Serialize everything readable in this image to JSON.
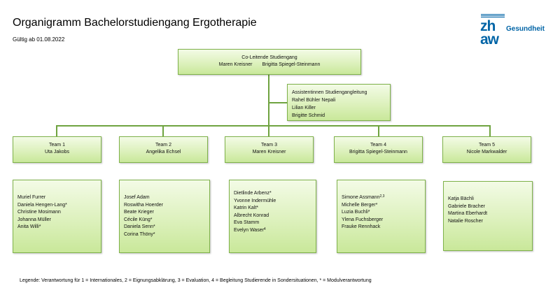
{
  "header": {
    "title": "Organigramm Bachelorstudiengang Ergotherapie",
    "subtitle": "Gültig ab 01.08.2022"
  },
  "logo": {
    "line1": "zh",
    "line2": "aw",
    "text": "Gesundheit",
    "color": "#0064a6"
  },
  "colors": {
    "box_fill": "#d9efb6",
    "box_border": "#7fb24a",
    "connector": "#6fa340"
  },
  "leadership": {
    "title": "Co-Leitende Studiengang",
    "names": [
      "Maren Kreisner",
      "Brigitta Spiegel-Steinmann"
    ]
  },
  "assistants": {
    "title": "Assistentinnen Studiengangleitung",
    "names": [
      "Rahel Bühler Nepali",
      "Lilian Killer",
      "Brigitte Schmid"
    ]
  },
  "teams": [
    {
      "name": "Team 1",
      "lead": "Uta Jakobs",
      "members": [
        {
          "name": "Muriel Furrer",
          "sup": ""
        },
        {
          "name": "Daniela Hengen-Lang*",
          "sup": ""
        },
        {
          "name": "Christine Mosimann",
          "sup": ""
        },
        {
          "name": "Johanna Müller",
          "sup": ""
        },
        {
          "name": "Anita Willi*",
          "sup": ""
        }
      ]
    },
    {
      "name": "Team 2",
      "lead": "Angelika Echsel",
      "members": [
        {
          "name": "Josef Adam",
          "sup": ""
        },
        {
          "name": "Roswitha Hoerder",
          "sup": ""
        },
        {
          "name": "Beate Krieger",
          "sup": ""
        },
        {
          "name": "Cécile Küng*",
          "sup": ""
        },
        {
          "name": "Daniela Senn*",
          "sup": ""
        },
        {
          "name": "Corina Thöny*",
          "sup": ""
        }
      ]
    },
    {
      "name": "Team 3",
      "lead": "Maren Kreisner",
      "members": [
        {
          "name": "Dietlinde Arbenz*",
          "sup": ""
        },
        {
          "name": "Yvonne Indermühle",
          "sup": ""
        },
        {
          "name": "Katrin Kalt*",
          "sup": ""
        },
        {
          "name": "Albrecht Konrad",
          "sup": ""
        },
        {
          "name": "Eva Stamm",
          "sup": ""
        },
        {
          "name": "Evelyn Waser",
          "sup": "4"
        }
      ]
    },
    {
      "name": "Team 4",
      "lead": "Brigitta Spiegel-Steinmann",
      "members": [
        {
          "name": "Simone Assmann",
          "sup": "2,3"
        },
        {
          "name": "Michelle Berger*",
          "sup": ""
        },
        {
          "name": "Luzia Buchli*",
          "sup": ""
        },
        {
          "name": "Ylena Fuchsberger",
          "sup": ""
        },
        {
          "name": "Frauke Rennhack",
          "sup": ""
        }
      ]
    },
    {
      "name": "Team 5",
      "lead": "Nicole Markwalder",
      "members": [
        {
          "name": "Katja Bächli",
          "sup": ""
        },
        {
          "name": "Gabriele Bracher",
          "sup": ""
        },
        {
          "name": "Martina Eberhardt",
          "sup": ""
        },
        {
          "name": "Natalie Roscher",
          "sup": ""
        }
      ]
    }
  ],
  "legend": "Legende: Verantwortung für 1 = Internationales, 2 = Eignungsabklärung, 3 = Evaluation, 4 = Begleitung Studierende in Sondersituationen, * = Modulverantwortung"
}
